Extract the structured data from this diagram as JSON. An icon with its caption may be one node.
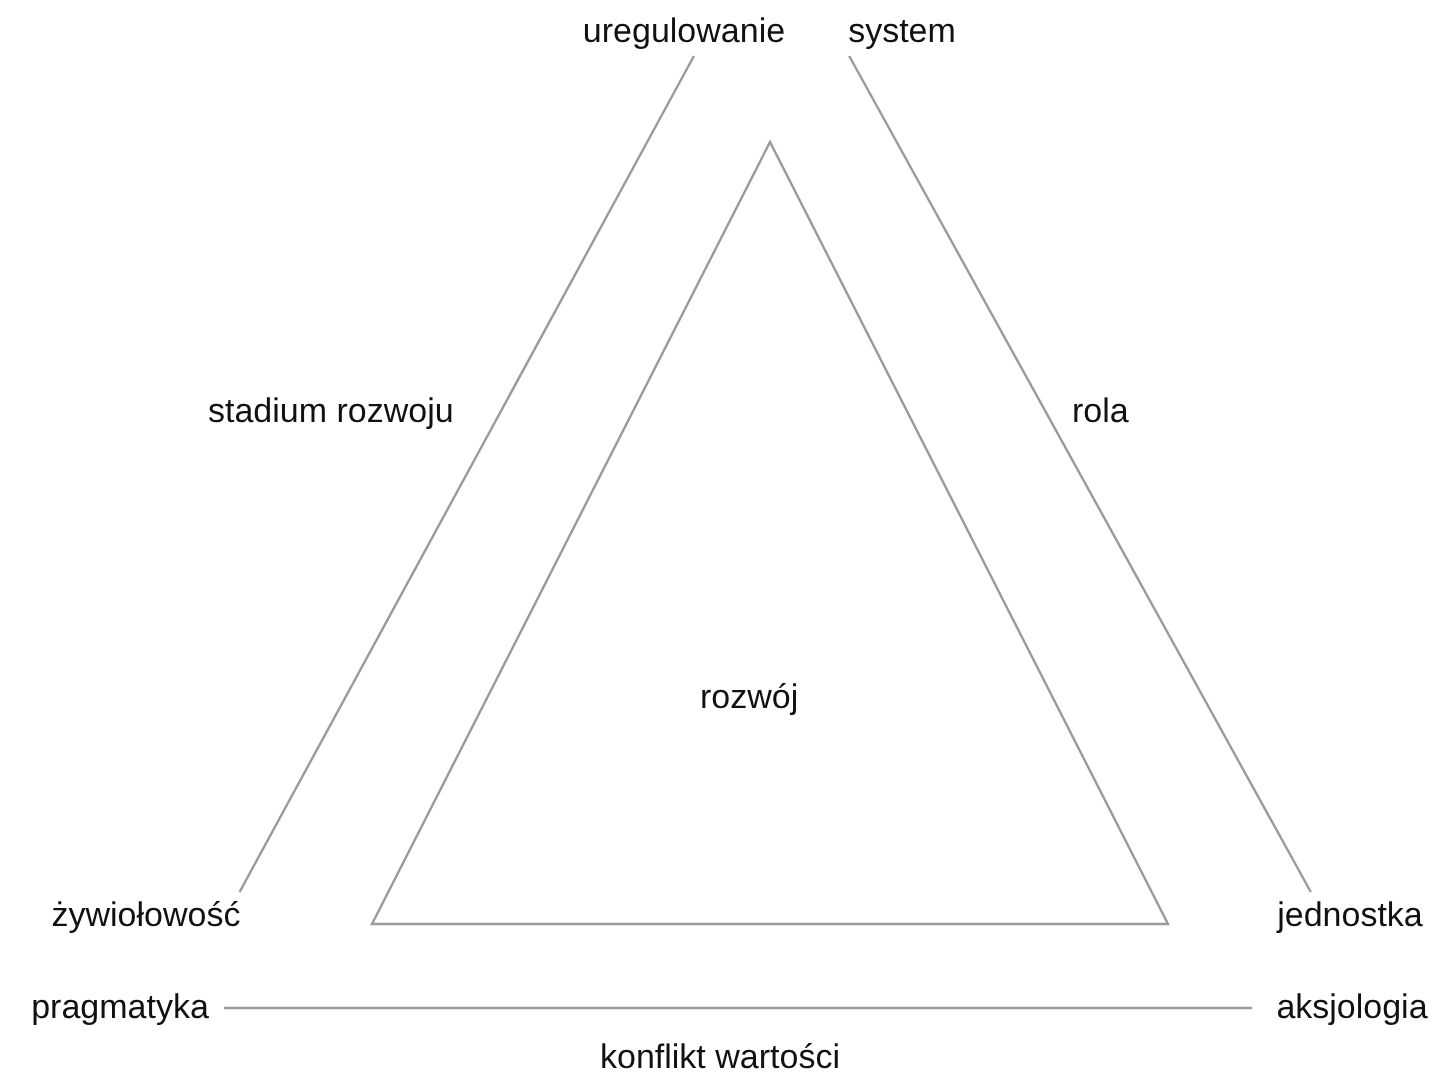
{
  "diagram": {
    "nodes": [
      {
        "text": [
          "uregulowanie"
        ]
      },
      {
        "text": [
          "system"
        ]
      },
      {
        "text": [
          "żywiołowość"
        ]
      },
      {
        "text": [
          "jednostka"
        ]
      },
      {
        "text": [
          "pragmatyka"
        ]
      },
      {
        "text": [
          "aksjologia"
        ]
      },
      {
        "text": [
          "rozwój"
        ]
      }
    ],
    "edges": [
      {
        "from": 0,
        "to": 2,
        "arrow": "none",
        "label": "stadium rozwoju"
      },
      {
        "from": 1,
        "to": 3,
        "arrow": "none",
        "label": "rola"
      },
      {
        "from": 4,
        "to": 5,
        "arrow": "none",
        "label": "konflikt wartości"
      }
    ]
  }
}
